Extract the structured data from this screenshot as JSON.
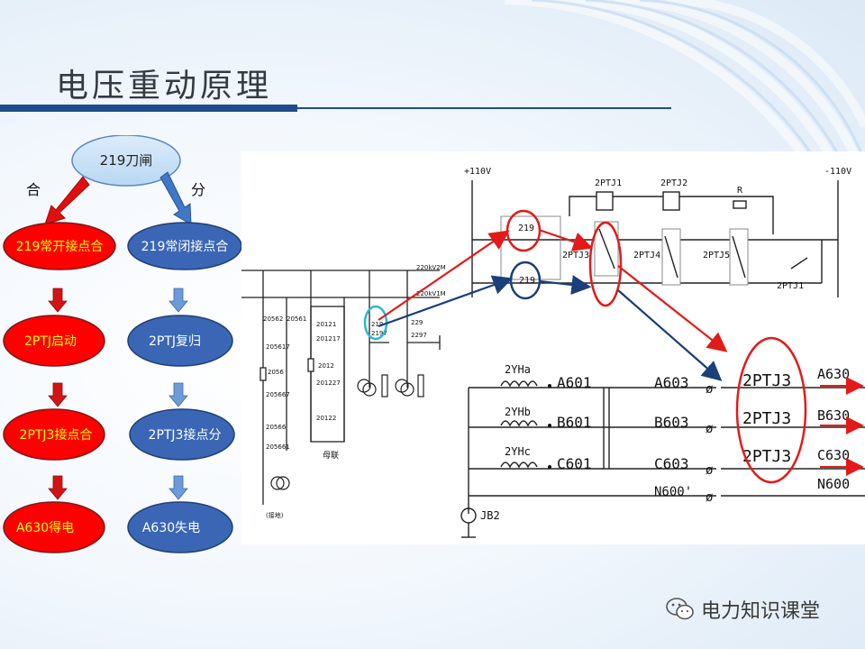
{
  "slide": {
    "title": "电压重动原理"
  },
  "flowchart": {
    "top_node": "219刀闸",
    "branch_close": "合",
    "branch_open": "分",
    "left_steps": [
      "219常开接点合",
      "2PTJ启动",
      "2PTJ3接点合",
      "A630得电"
    ],
    "right_steps": [
      "219常闭接点合",
      "2PTJ复归",
      "2PTJ3接点分",
      "A630失电"
    ],
    "colors": {
      "left": "#ff0000",
      "right": "#3a66b5",
      "top": "#c6e0f7"
    }
  },
  "schematic": {
    "plus_bus": "+110V",
    "minus_bus": "-110V",
    "relay_2ptj1": "2PTJ1",
    "relay_2ptj2": "2PTJ2",
    "resistor": "R",
    "contact_219_no": "219",
    "contact_219_nc": "219",
    "contact_2ptj3": "2PTJ3",
    "relay_2ptj4": "2PTJ4",
    "relay_2ptj5": "2PTJ5",
    "contact_2ptj1": "2PTJ1",
    "busbar_labels": [
      "220kV2M",
      "220kV1M"
    ],
    "switch_labels": [
      "20562",
      "20561",
      "205617",
      "2056",
      "205667",
      "20566",
      "205661",
      "20121",
      "201217",
      "2012",
      "201227",
      "20122",
      "219",
      "2197",
      "229",
      "2297"
    ],
    "coupler_label": "母联",
    "ground_label": "(接地)",
    "pt_windings": [
      "2YHa",
      "2YHb",
      "2YHc"
    ],
    "phase_in": [
      "A601",
      "B601",
      "C601"
    ],
    "phase_mid": [
      "A603",
      "B603",
      "C603",
      "N600'"
    ],
    "contact_2ptj3_rows": [
      "2PTJ3",
      "2PTJ3",
      "2PTJ3"
    ],
    "phase_out": [
      "A630",
      "B630",
      "C630",
      "N600"
    ],
    "ground_node": "JB2"
  },
  "watermark": {
    "text": "电力知识课堂",
    "icon": "wechat-icon"
  }
}
